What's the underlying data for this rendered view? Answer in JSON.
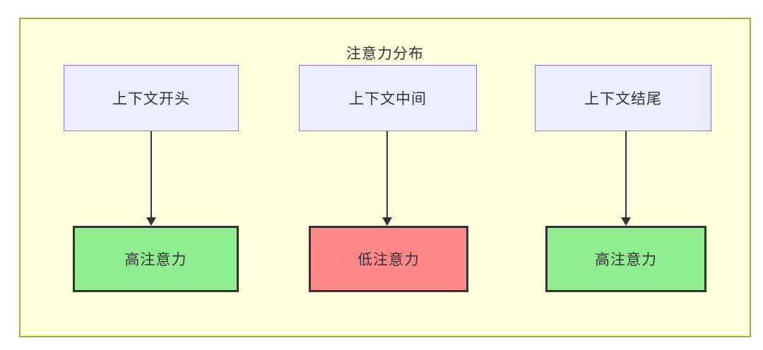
{
  "diagram": {
    "title": "注意力分布",
    "colors": {
      "page_background": "#ffffff",
      "container_background": "#ffffde",
      "container_border": "#aaaa33",
      "context_box_background": "#ececff",
      "context_box_border": "#9370db",
      "high_attention_background": "#90ee90",
      "low_attention_background": "#ff8888",
      "attention_box_border": "#333333",
      "arrow_color": "#333333",
      "text_color": "#333333"
    },
    "columns": [
      {
        "top_label": "上下文开头",
        "bottom_label": "高注意力",
        "bottom_type": "high",
        "bottom_color": "#90ee90"
      },
      {
        "top_label": "上下文中间",
        "bottom_label": "低注意力",
        "bottom_type": "low",
        "bottom_color": "#ff8888"
      },
      {
        "top_label": "上下文结尾",
        "bottom_label": "高注意力",
        "bottom_type": "high",
        "bottom_color": "#90ee90"
      }
    ]
  }
}
